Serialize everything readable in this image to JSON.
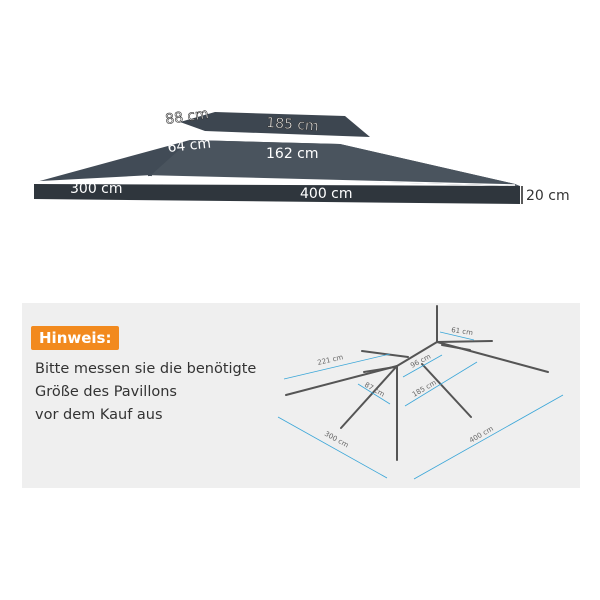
{
  "canopy": {
    "colors": {
      "fabric": "#3d4650",
      "fabric_dark": "#2c333a",
      "trim": "#ffffff"
    },
    "dims": {
      "top_depth": "88 cm",
      "top_width": "185 cm",
      "mid_depth": "64 cm",
      "mid_width": "162 cm",
      "base_depth": "300 cm",
      "base_width": "400 cm",
      "valance_height": "20 cm"
    }
  },
  "notice": {
    "badge": "Hinweis:",
    "badge_color": "#f28a1e",
    "lines": [
      "Bitte messen sie die benötigte",
      "Größe des Pavillons",
      "vor dem Kauf aus"
    ]
  },
  "frame": {
    "dims": {
      "d221": "221 cm",
      "d61": "61 cm",
      "d96": "96 cm",
      "d87": "87 cm",
      "d185": "185 cm",
      "d300": "300 cm",
      "d400": "400 cm"
    },
    "dim_color": "#3aa6d8"
  }
}
